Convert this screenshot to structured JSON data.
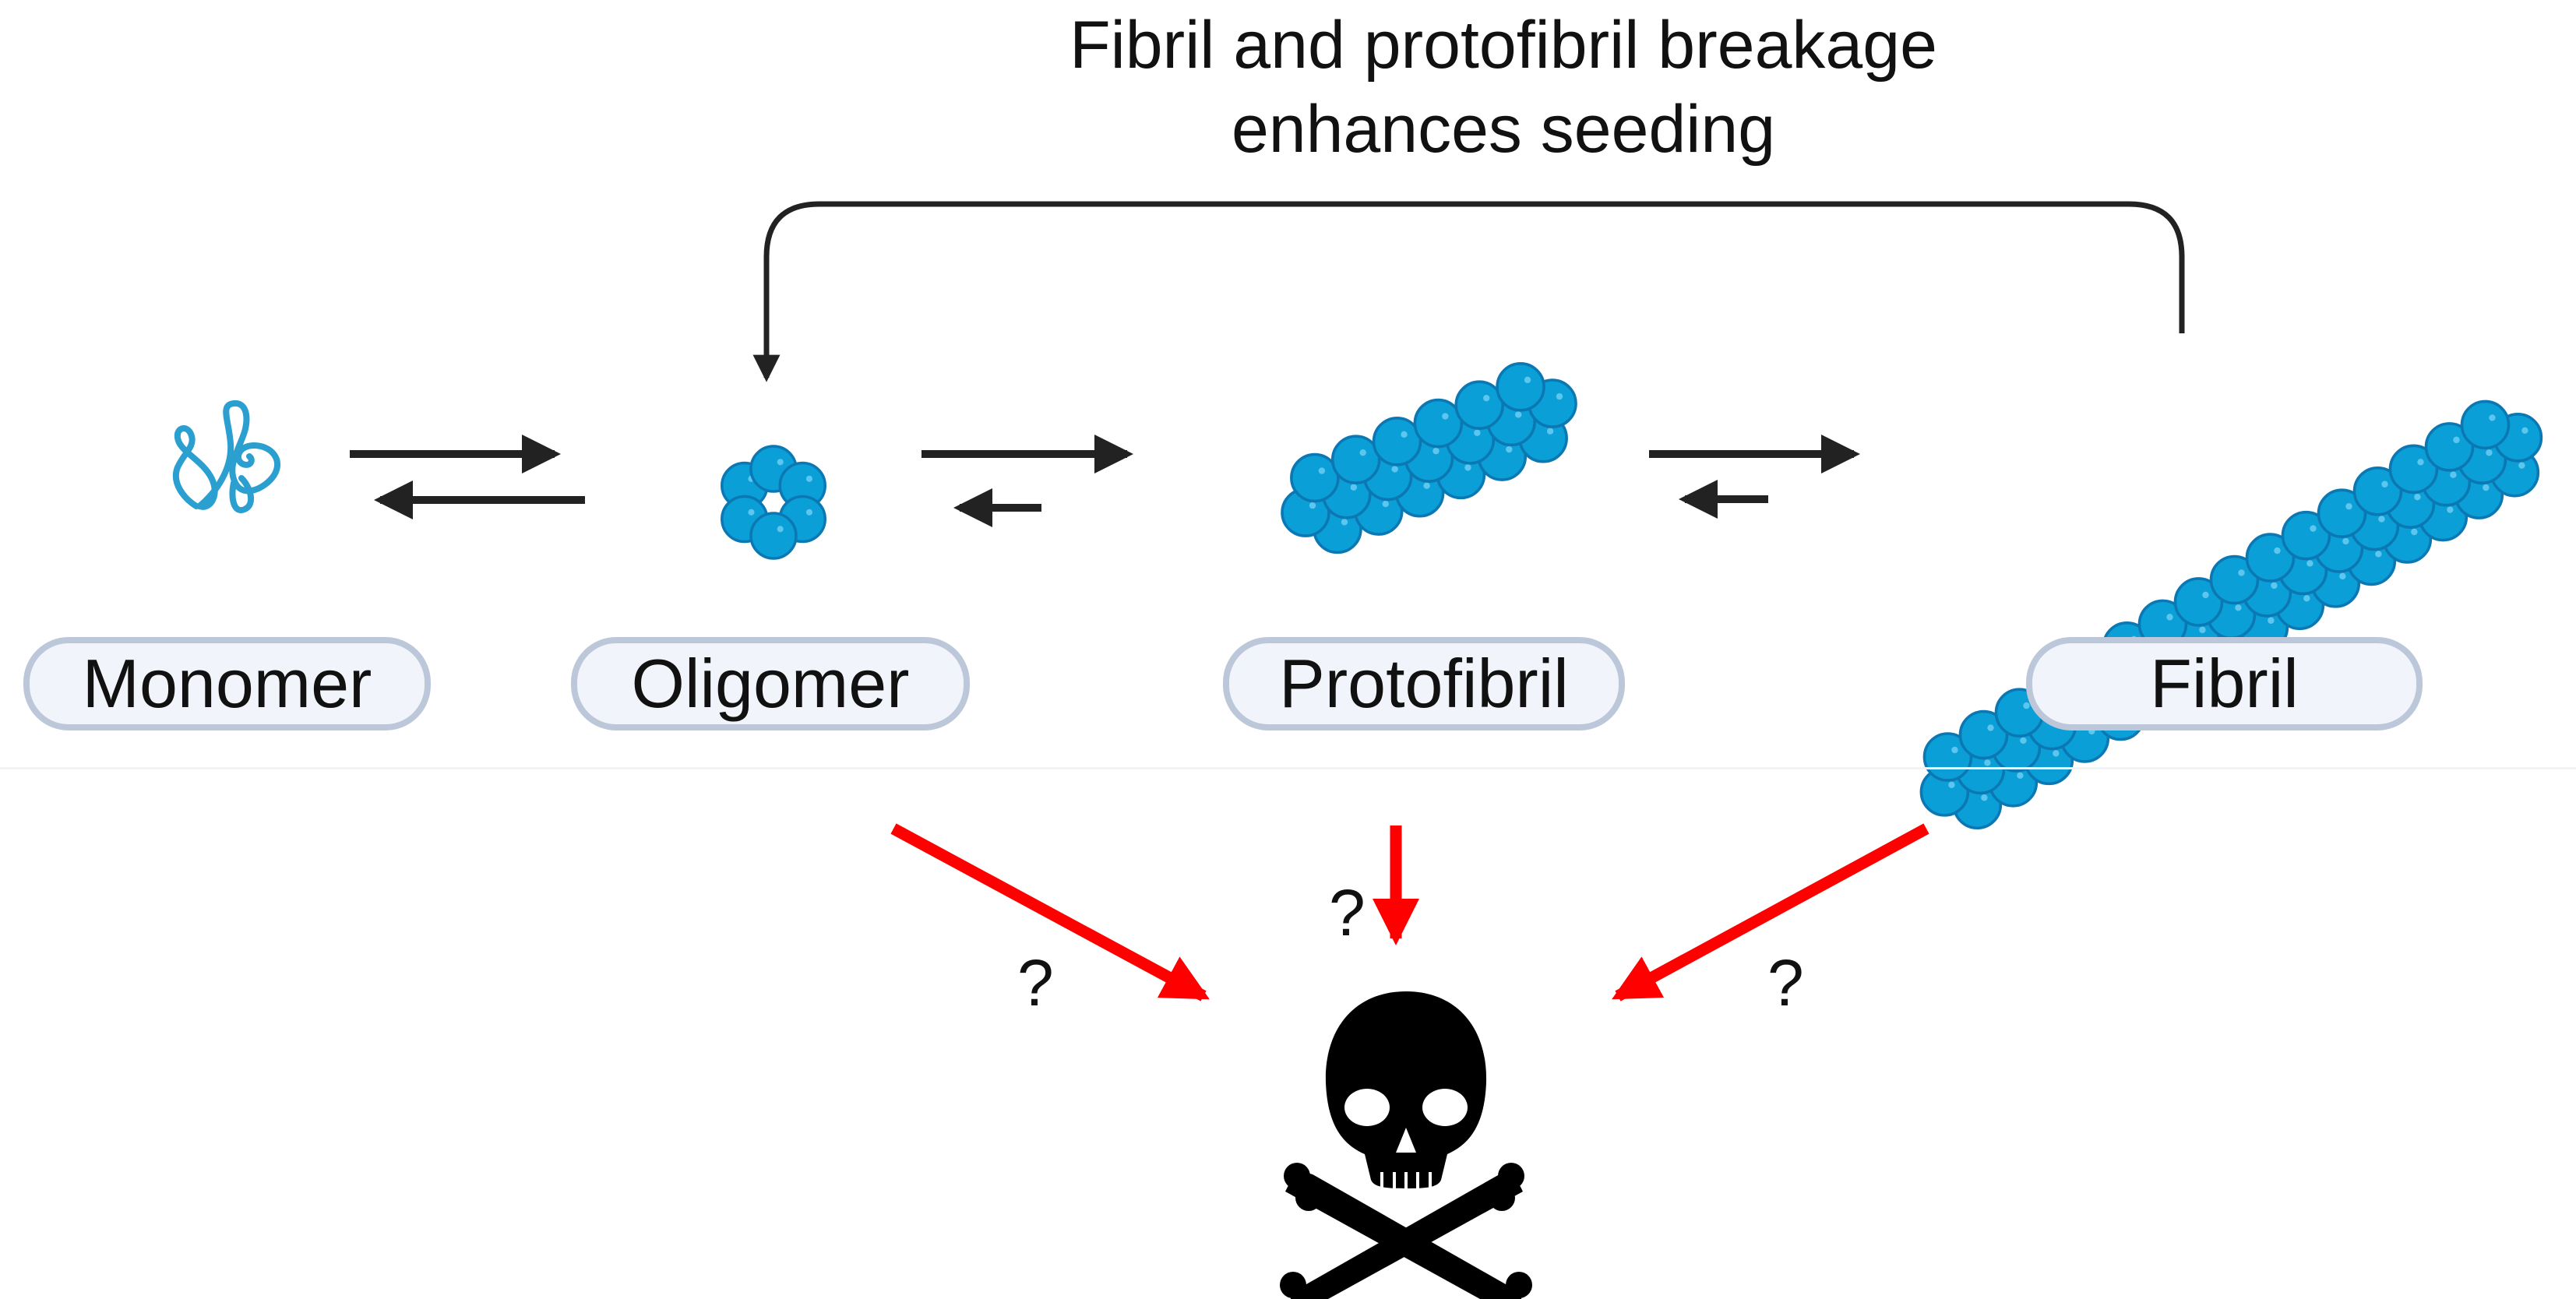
{
  "title": {
    "line1": "Fibril and protofibril breakage",
    "line2": "enhances seeding"
  },
  "species": [
    {
      "key": "monomer",
      "label": "Monomer",
      "icon": "monomer-coil-icon"
    },
    {
      "key": "oligomer",
      "label": "Oligomer",
      "icon": "oligomer-ring-icon"
    },
    {
      "key": "protofibril",
      "label": "Protofibril",
      "icon": "protofibril-icon"
    },
    {
      "key": "fibril",
      "label": "Fibril",
      "icon": "fibril-icon"
    }
  ],
  "equilibria": [
    {
      "from": "Monomer",
      "to": "Oligomer",
      "reverse": "long"
    },
    {
      "from": "Oligomer",
      "to": "Protofibril",
      "reverse": "short"
    },
    {
      "from": "Protofibril",
      "to": "Fibril",
      "reverse": "short"
    }
  ],
  "feedback": {
    "from": "Fibril",
    "to": "Oligomer",
    "icon": "feedback-arrow-icon"
  },
  "toxicity": {
    "icon": "skull-crossbones-icon",
    "arrows": [
      {
        "from": "Oligomer",
        "label": "?"
      },
      {
        "from": "Protofibril",
        "label": "?"
      },
      {
        "from": "Fibril",
        "label": "?"
      }
    ]
  },
  "colors": {
    "protein": "#0a9fd6",
    "protein_dark": "#0b78b3",
    "protein_highlight": "#5cc6ee",
    "coil": "#2a9fd0",
    "black_arrow": "#222222",
    "red_arrow": "#ff0000",
    "pill_border": "#bcc8da",
    "pill_fill": "#f1f5fb",
    "skull": "#000000"
  }
}
